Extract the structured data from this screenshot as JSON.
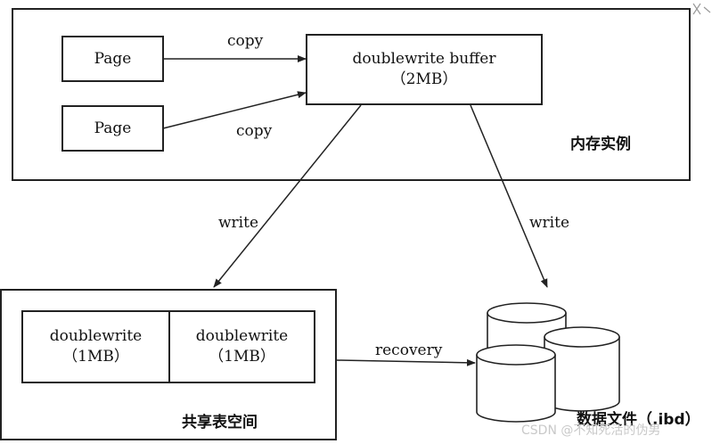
{
  "memory": {
    "title": "内存实例",
    "page_top": "Page",
    "page_bottom": "Page",
    "copy_top": "copy",
    "copy_bottom": "copy",
    "buffer_name": "doublewrite buffer",
    "buffer_size": "（2MB）"
  },
  "edges": {
    "write_left": "write",
    "write_right": "write",
    "recovery": "recovery"
  },
  "shared": {
    "title": "共享表空间",
    "dw1_name": "doublewrite",
    "dw1_size": "（1MB）",
    "dw2_name": "doublewrite",
    "dw2_size": "（1MB）"
  },
  "datafile": {
    "label": "数据文件（.ibd）"
  },
  "watermark": "CSDN @不知死活的伪男"
}
